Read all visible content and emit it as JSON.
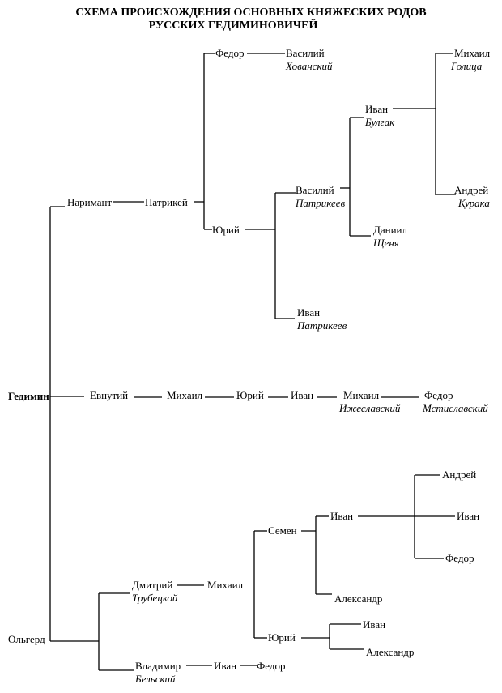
{
  "title_line1": "СХЕМА ПРОИСХОЖДЕНИЯ ОСНОВНЫХ КНЯЖЕСКИХ РОДОВ",
  "title_line2": "РУССКИХ ГЕДИМИНОВИЧЕЙ",
  "people": {
    "gedimin": "Гедимин",
    "nariman": "Наримант",
    "patrikei": "Патрикей",
    "fedor_p": "Федор",
    "vasily_kh": "Василий",
    "vasily_kh_sur": "Хованский",
    "yury_p": "Юрий",
    "vasily_pt": "Василий",
    "vasily_pt_sur": "Патрикеев",
    "ivan_bulgak": "Иван",
    "ivan_bulgak_sur": "Булгак",
    "mikhail_g": "Михаил",
    "mikhail_g_sur": "Голица",
    "andrei_k": "Андрей",
    "andrei_k_sur": "Курака",
    "daniil": "Даниил",
    "daniil_sur": "Щеня",
    "ivan_pt": "Иван",
    "ivan_pt_sur": "Патрикеев",
    "evnuty": "Евнутий",
    "mikhail_e": "Михаил",
    "yury_e": "Юрий",
    "ivan_e": "Иван",
    "mikhail_izh": "Михаил",
    "mikhail_izh_sur": "Ижеславский",
    "fedor_m": "Федор",
    "fedor_m_sur": "Мстиславский",
    "olgerd": "Ольгерд",
    "dmitry": "Дмитрий",
    "dmitry_sur": "Трубецкой",
    "mikhail_t": "Михаил",
    "semen": "Семен",
    "ivan_s": "Иван",
    "andrei_s": "Андрей",
    "ivan_s2": "Иван",
    "fedor_s": "Федор",
    "aleksandr_s": "Александр",
    "yury_t": "Юрий",
    "ivan_y": "Иван",
    "aleksandr_y": "Александр",
    "vladimir": "Владимир",
    "vladimir_sur": "Бельский",
    "ivan_b": "Иван",
    "fedor_b": "Федор"
  }
}
